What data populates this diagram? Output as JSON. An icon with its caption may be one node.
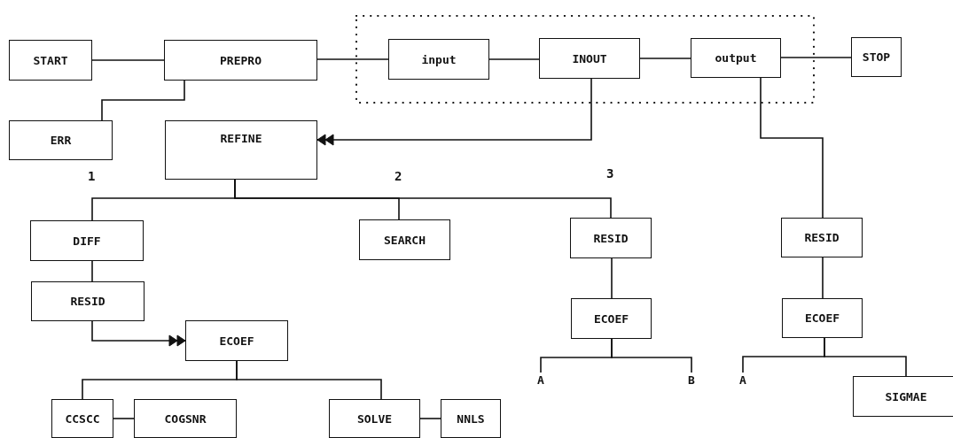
{
  "diagram": {
    "nodes": [
      {
        "text": [
          "START"
        ]
      },
      {
        "text": [
          "PREPRO"
        ]
      },
      {
        "text": [],
        "shape": "box"
      },
      {
        "text": [
          "input"
        ],
        "in": 2
      },
      {
        "text": [
          "INOUT"
        ],
        "in": 2
      },
      {
        "text": [
          "output"
        ],
        "in": 2
      },
      {
        "text": [
          "STOP"
        ]
      },
      {
        "text": [
          "ERR"
        ]
      },
      {
        "text": [
          "REFINE"
        ]
      },
      {
        "text": [
          "DIFF"
        ]
      },
      {
        "text": [
          "SEARCH"
        ]
      },
      {
        "text": [
          "RESID"
        ]
      },
      {
        "text": [
          "RESID"
        ]
      },
      {
        "text": [
          "RESID"
        ]
      },
      {
        "text": [
          "ECOEF"
        ]
      },
      {
        "text": [
          "ECOEF"
        ]
      },
      {
        "text": [
          "ECOEF"
        ]
      },
      {
        "text": [
          "A"
        ]
      },
      {
        "text": [
          "B"
        ]
      },
      {
        "text": [
          "A"
        ]
      },
      {
        "text": [
          "SIGMAE"
        ]
      },
      {
        "text": [
          "CCSCC"
        ]
      },
      {
        "text": [
          "COGSNR"
        ]
      },
      {
        "text": [
          "SOLVE"
        ]
      },
      {
        "text": [
          "NNLS"
        ]
      }
    ],
    "edges": [
      {
        "from": 0,
        "to": 1,
        "arrow": "none"
      },
      {
        "from": 1,
        "to": 3,
        "arrow": "none"
      },
      {
        "from": 3,
        "to": 4,
        "arrow": "none"
      },
      {
        "from": 4,
        "to": 5,
        "arrow": "none"
      },
      {
        "from": 5,
        "to": 6,
        "arrow": "none"
      },
      {
        "from": 1,
        "to": 7,
        "arrow": "none"
      },
      {
        "from": 4,
        "to": 8,
        "arrow": "to"
      },
      {
        "from": 8,
        "to": 9,
        "arrow": "none"
      },
      {
        "from": 8,
        "to": 10,
        "arrow": "none"
      },
      {
        "from": 8,
        "to": 11,
        "arrow": "none"
      },
      {
        "from": 5,
        "to": 12,
        "arrow": "none"
      },
      {
        "from": 9,
        "to": 13,
        "arrow": "none"
      },
      {
        "from": 13,
        "to": 14,
        "arrow": "to"
      },
      {
        "from": 11,
        "to": 15,
        "arrow": "none"
      },
      {
        "from": 12,
        "to": 16,
        "arrow": "none"
      },
      {
        "from": 15,
        "to": 17,
        "arrow": "none"
      },
      {
        "from": 15,
        "to": 18,
        "arrow": "none"
      },
      {
        "from": 16,
        "to": 19,
        "arrow": "none"
      },
      {
        "from": 16,
        "to": 20,
        "arrow": "none"
      },
      {
        "from": 14,
        "to": 21,
        "arrow": "none"
      },
      {
        "from": 14,
        "to": 23,
        "arrow": "none"
      },
      {
        "from": 21,
        "to": 22,
        "arrow": "none"
      },
      {
        "from": 23,
        "to": 24,
        "arrow": "none"
      }
    ],
    "labels": [
      "1",
      "2",
      "3"
    ]
  }
}
